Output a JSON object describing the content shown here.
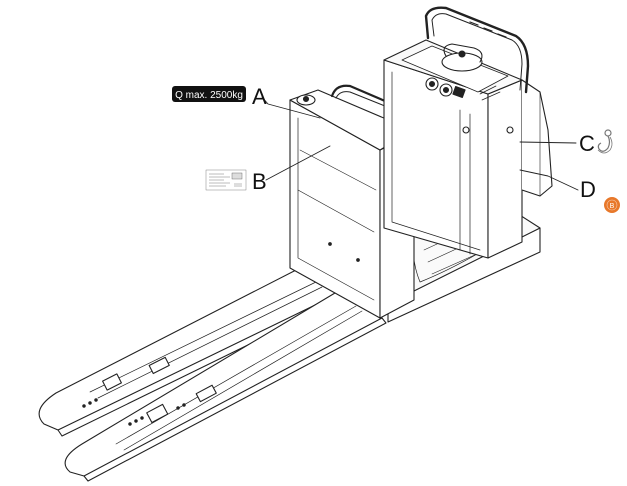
{
  "labels": {
    "a": "A",
    "b": "B",
    "c": "C",
    "d": "D"
  },
  "capacity_tag": {
    "text": "Q max. 2500kg",
    "bg": "#111111",
    "fg": "#ffffff"
  },
  "d_symbol": {
    "icon": "orange-circle-badge",
    "text": "B",
    "color": "#e8782a"
  },
  "c_symbol": {
    "icon": "lifting-hook-icon"
  },
  "b_symbol": {
    "icon": "rating-plate-icon"
  }
}
